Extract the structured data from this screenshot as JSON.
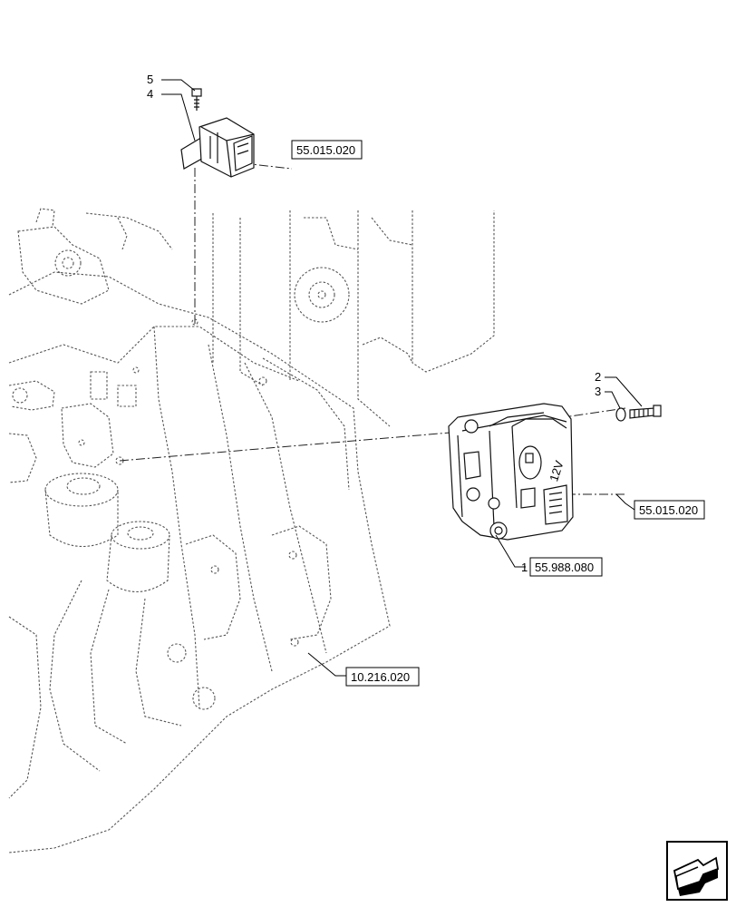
{
  "callouts": [
    {
      "id": "5",
      "label": "5"
    },
    {
      "id": "4",
      "label": "4"
    },
    {
      "id": "2",
      "label": "2"
    },
    {
      "id": "3",
      "label": "3"
    },
    {
      "id": "1",
      "label": "1"
    }
  ],
  "references": {
    "relay_ref": "55.015.020",
    "module_connector_ref": "55.015.020",
    "module_ref": "55.988.080",
    "engine_ref": "10.216.020"
  },
  "module_marking": "12V",
  "nav_icon": "next-page-arrow-icon"
}
